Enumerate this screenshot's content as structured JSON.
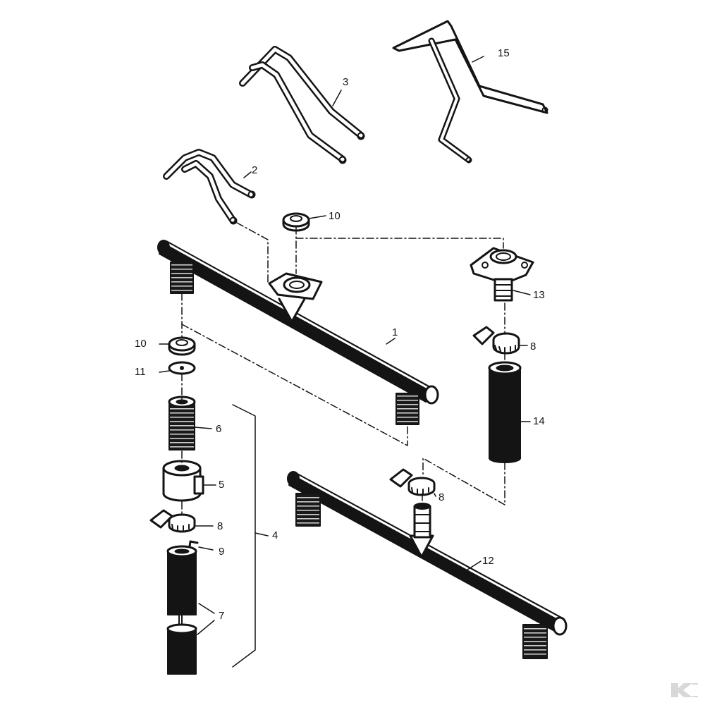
{
  "colors": {
    "ink": "#141414",
    "paper": "#ffffff",
    "logo": "#d8d8d8"
  },
  "callouts": {
    "c1": "1",
    "c2": "2",
    "c3": "3",
    "c4": "4",
    "c5": "5",
    "c6": "6",
    "c7": "7",
    "c8a": "8",
    "c8b": "8",
    "c8c": "8",
    "c9": "9",
    "c10a": "10",
    "c10b": "10",
    "c11": "11",
    "c12": "12",
    "c13": "13",
    "c14": "14",
    "c15": "15"
  },
  "logo": {
    "icon": "k-brand-icon",
    "text": "K"
  }
}
